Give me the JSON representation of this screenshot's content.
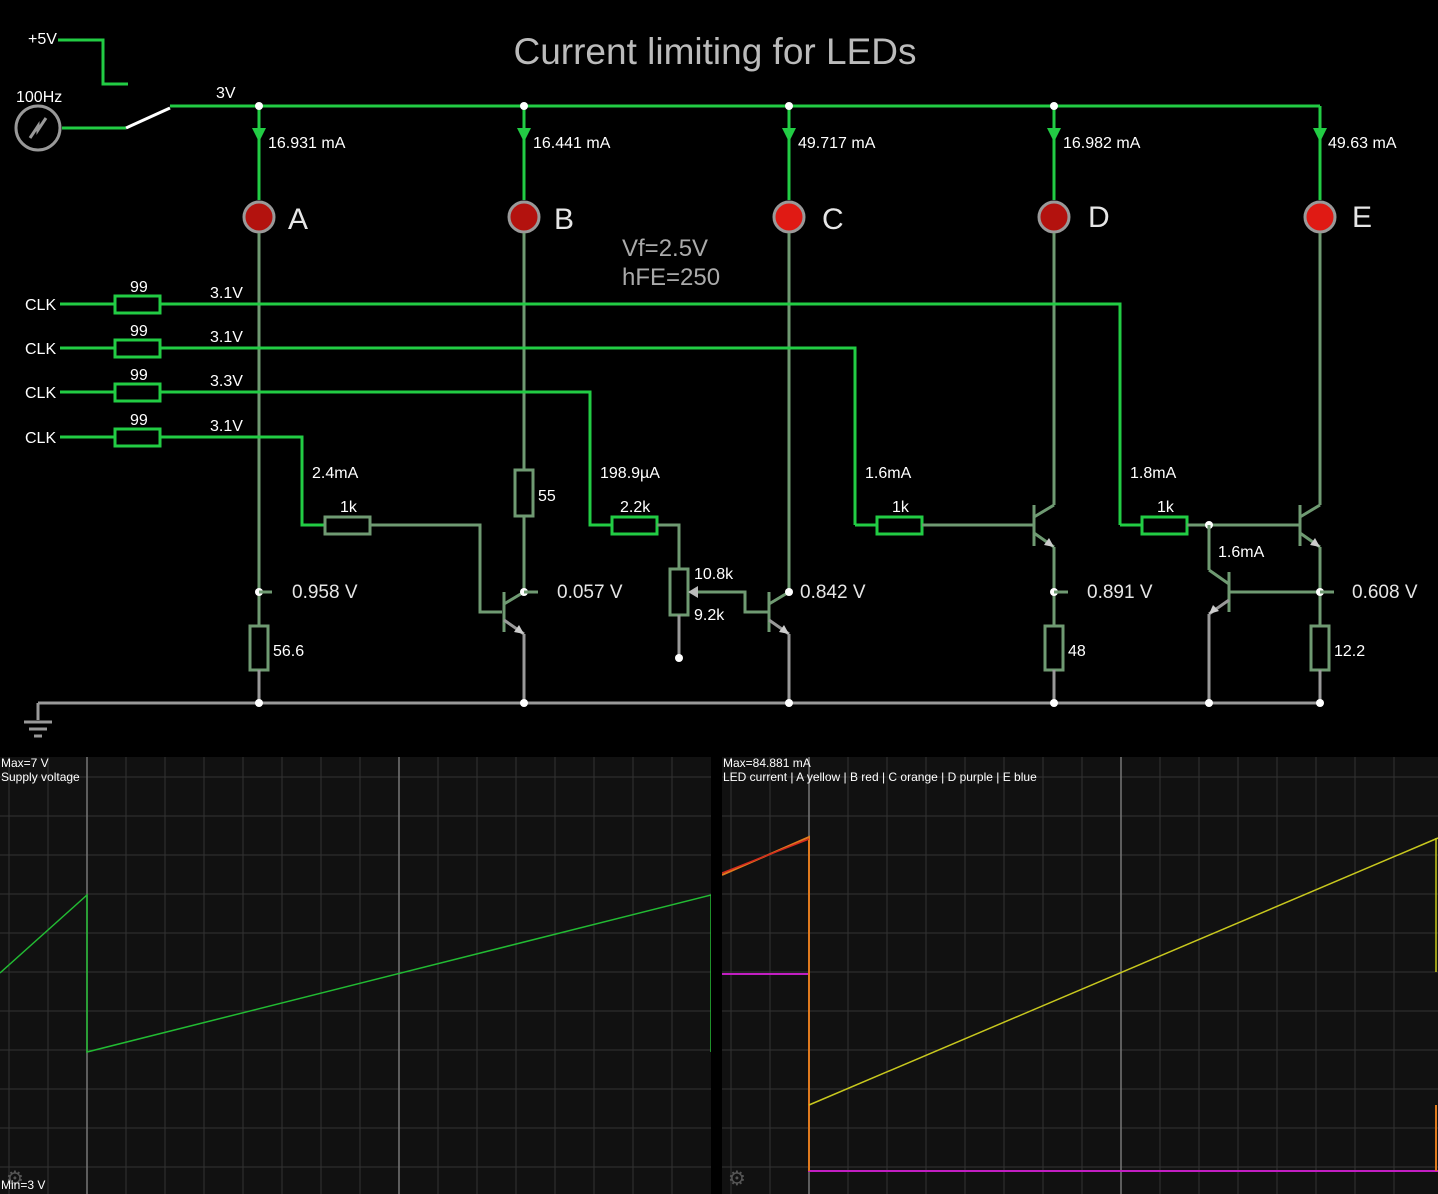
{
  "title": "Current limiting for LEDs",
  "supply": {
    "label": "+5V",
    "source_label": "100Hz",
    "rail_voltage": "3V"
  },
  "params": {
    "vf": "Vf=2.5V",
    "hfe": "hFE=250"
  },
  "leds": [
    {
      "name": "A",
      "current": "16.931 mA",
      "color": "#b3120e"
    },
    {
      "name": "B",
      "current": "16.441 mA",
      "color": "#b3120e"
    },
    {
      "name": "C",
      "current": "49.717 mA",
      "color": "#e01a14"
    },
    {
      "name": "D",
      "current": "16.982 mA",
      "color": "#b3120e"
    },
    {
      "name": "E",
      "current": "49.63 mA",
      "color": "#e01a14"
    }
  ],
  "clk_inputs": [
    {
      "label": "CLK",
      "resistor": "99",
      "voltage": "3.1V"
    },
    {
      "label": "CLK",
      "resistor": "99",
      "voltage": "3.1V"
    },
    {
      "label": "CLK",
      "resistor": "99",
      "voltage": "3.3V"
    },
    {
      "label": "CLK",
      "resistor": "99",
      "voltage": "3.1V"
    }
  ],
  "components": {
    "a_emitter_res": "56.6",
    "a_node_v": "0.958 V",
    "b_base_current": "2.4mA",
    "b_base_res": "1k",
    "b_collector_res": "55",
    "b_node_v": "0.057 V",
    "c_base_current": "198.9µA",
    "c_base_res": "2.2k",
    "c_pot_top": "10.8k",
    "c_pot_bottom": "9.2k",
    "c_node_v": "0.842 V",
    "d_base_current": "1.6mA",
    "d_base_res": "1k",
    "d_node_v": "0.891 V",
    "d_emitter_res": "48",
    "e_base_current": "1.8mA",
    "e_base_res": "1k",
    "e_sense_current": "1.6mA",
    "e_node_v": "0.608 V",
    "e_emitter_res": "12.2"
  },
  "scopes": [
    {
      "max_label": "Max=7 V",
      "title": "Supply voltage",
      "min_label": "Min=3 V",
      "trace_color": "#22bb33"
    },
    {
      "max_label": "Max=84.881 mA",
      "title": "LED current | A yellow | B red | C orange | D purple | E blue",
      "colors": {
        "A": "#c8c81e",
        "B": "#d42a1e",
        "C": "#e07a1e",
        "D": "#c21ec2",
        "E": "#3355ee"
      }
    }
  ],
  "icons": {
    "source": "ac-source-icon",
    "ground": "ground-icon",
    "gear": "gear-icon"
  }
}
